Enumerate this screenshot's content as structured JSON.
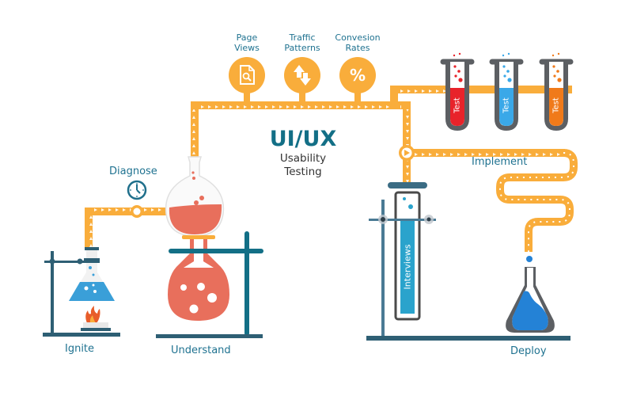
{
  "title": {
    "main": "UI/UX",
    "line1": "Usability",
    "line2": "Testing"
  },
  "metrics": [
    {
      "line1": "Page",
      "line2": "Views",
      "icon": "document-search-icon"
    },
    {
      "line1": "Traffic",
      "line2": "Patterns",
      "icon": "up-down-arrows-icon"
    },
    {
      "line1": "Convesion",
      "line2": "Rates",
      "icon": "percent-icon",
      "glyph": "%"
    }
  ],
  "tests": [
    {
      "label": "Test",
      "color": "#e8232a"
    },
    {
      "label": "Test",
      "color": "#3aa8e8"
    },
    {
      "label": "Test",
      "color": "#f07a1a"
    }
  ],
  "stages": {
    "ignite": "Ignite",
    "diagnose": "Diagnose",
    "understand": "Understand",
    "interviews": "Interviews",
    "implement": "Implement",
    "deploy": "Deploy"
  },
  "colors": {
    "pipe": "#f9ad3b",
    "text_teal": "#1f7290",
    "stand": "#2e5f74",
    "flask_red": "#e86f5c",
    "flask_blue": "#3a9fd8",
    "deploy_blue": "#2482d6",
    "tube_gray": "#5c5f63"
  }
}
